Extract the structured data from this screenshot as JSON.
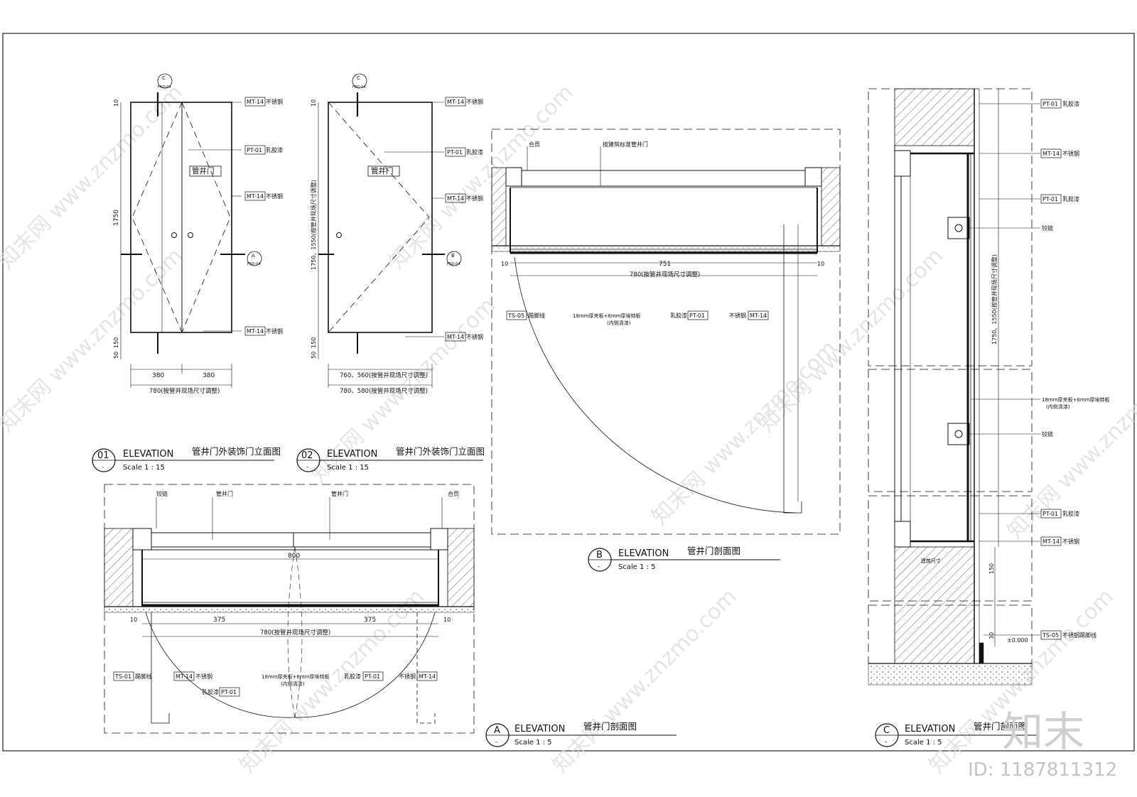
{
  "views": {
    "e01": {
      "num": "01",
      "sub": "-",
      "label": "ELEVATION",
      "title": "管井门外装饰门立面图",
      "scale": "Scale 1 : 15"
    },
    "e02": {
      "num": "02",
      "sub": "-",
      "label": "ELEVATION",
      "title": "管井门外装饰门立面图",
      "scale": "Scale 1 : 15"
    },
    "eA": {
      "num": "A",
      "sub": "-",
      "label": "ELEVATION",
      "title": "管井门剖面图",
      "scale": "Scale 1 : 5"
    },
    "eB": {
      "num": "B",
      "sub": "-",
      "label": "ELEVATION",
      "title": "管井门剖面图",
      "scale": "Scale 1 : 5"
    },
    "eC": {
      "num": "C",
      "sub": "-",
      "label": "ELEVATION",
      "title": "管井门剖面图",
      "scale": "Scale 1 : 5"
    }
  },
  "callouts": {
    "mt14": "MT-14",
    "pt01": "PT-01",
    "ts05": "TS-05",
    "ts01": "TS-01",
    "steel": "不锈钢",
    "latex": "乳胶漆",
    "skirting": "踢脚线",
    "steel_skirting": "不锈钢踢脚线",
    "hinge": "铰链",
    "leaf_hinge": "合页",
    "shaft_door": "管井门",
    "std_door": "按建筑标准管井门",
    "board": "18mm厚夹板+6mm厚埃特板",
    "inner_paint": "(内侧清漆)",
    "sym_c": "C",
    "sym_a": "A",
    "sym_b": "B",
    "sym_ref": "FND-04",
    "finish_size": "建筑尺寸",
    "level": "±0.000"
  },
  "dims": {
    "d10": "10",
    "d1750": "1750",
    "d1750b": "1750、1550(按管井现场尺寸调整)",
    "d50": "50",
    "d150": "150",
    "d380": "380",
    "d780": "780(按管井现场尺寸调整)",
    "d760": "760、560(按管井现场尺寸调整)",
    "d780b": "780、580(按管井现场尺寸调整)",
    "d751": "751",
    "d800": "800",
    "d375": "375",
    "d30": "30"
  },
  "brand": {
    "logo": "知末",
    "id": "ID: 1187811312"
  },
  "watermark": "知末网 www.znzmo.com"
}
